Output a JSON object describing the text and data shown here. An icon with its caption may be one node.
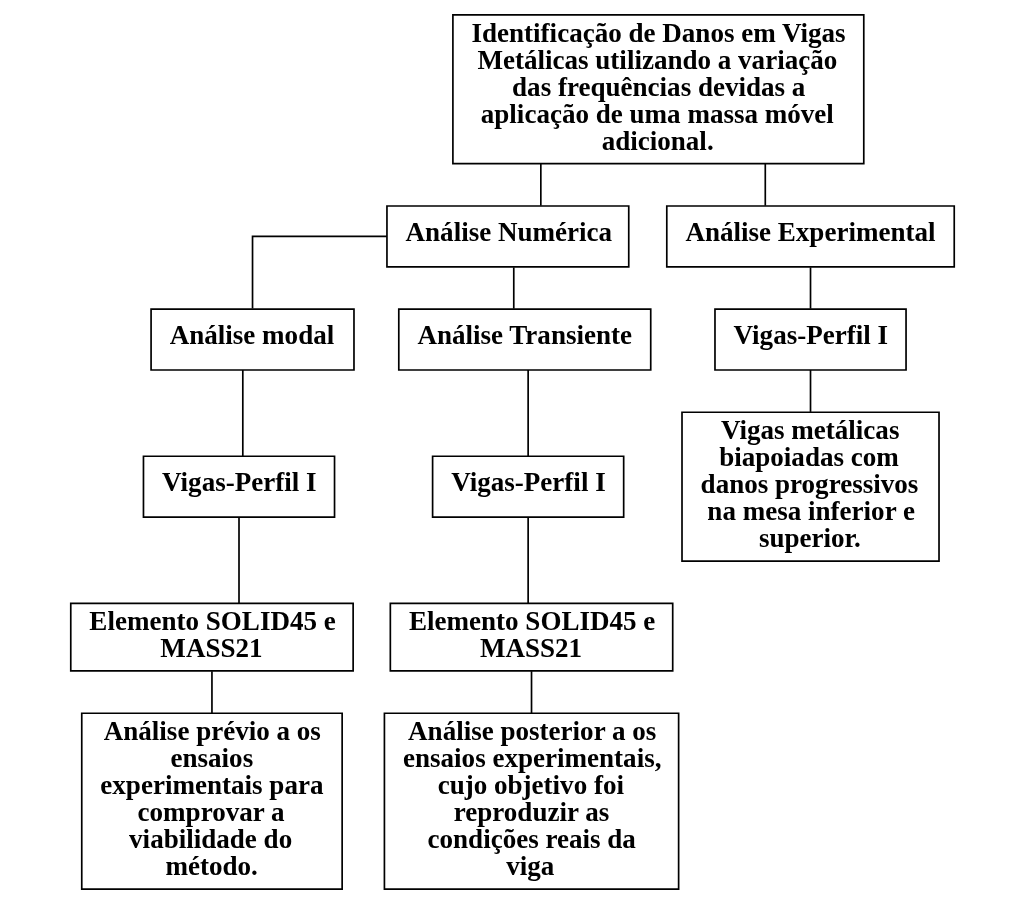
{
  "diagram": {
    "nodes": [
      {
        "text": [
          "Identificação de Danos em Vigas Metálicas utilizando a variação das frequências devidas a aplicação de uma massa móvel adicional."
        ]
      },
      {
        "text": [
          "Análise Numérica"
        ]
      },
      {
        "text": [
          "Análise Experimental"
        ]
      },
      {
        "text": [
          "Análise modal"
        ]
      },
      {
        "text": [
          "Análise Transiente"
        ]
      },
      {
        "text": [
          "Vigas-Perfil I"
        ]
      },
      {
        "text": [
          "Elemento SOLID45 e MASS21"
        ]
      },
      {
        "text": [
          "Análise prévio a os ensaios experimentais para comprovar a viabilidade do método."
        ]
      },
      {
        "text": [
          "Vigas-Perfil I"
        ]
      },
      {
        "text": [
          "Elemento SOLID45 e MASS21"
        ]
      },
      {
        "text": [
          "Análise posterior a os ensaios experimentais, cujo objetivo foi reproduzir as condições reais da viga"
        ]
      },
      {
        "text": [
          "Vigas-Perfil I"
        ]
      },
      {
        "text": [
          "Vigas metálicas biapoiadas com danos progressivos na mesa inferior e superior."
        ]
      }
    ],
    "edges": [
      {
        "from": 0,
        "to": 1,
        "arrow": "none"
      },
      {
        "from": 0,
        "to": 2,
        "arrow": "none"
      },
      {
        "from": 1,
        "to": 3,
        "arrow": "none"
      },
      {
        "from": 1,
        "to": 4,
        "arrow": "none"
      },
      {
        "from": 3,
        "to": 5,
        "arrow": "none"
      },
      {
        "from": 5,
        "to": 6,
        "arrow": "none"
      },
      {
        "from": 6,
        "to": 7,
        "arrow": "none"
      },
      {
        "from": 4,
        "to": 8,
        "arrow": "none"
      },
      {
        "from": 8,
        "to": 9,
        "arrow": "none"
      },
      {
        "from": 9,
        "to": 10,
        "arrow": "none"
      },
      {
        "from": 2,
        "to": 11,
        "arrow": "none"
      },
      {
        "from": 11,
        "to": 12,
        "arrow": "none"
      }
    ]
  }
}
